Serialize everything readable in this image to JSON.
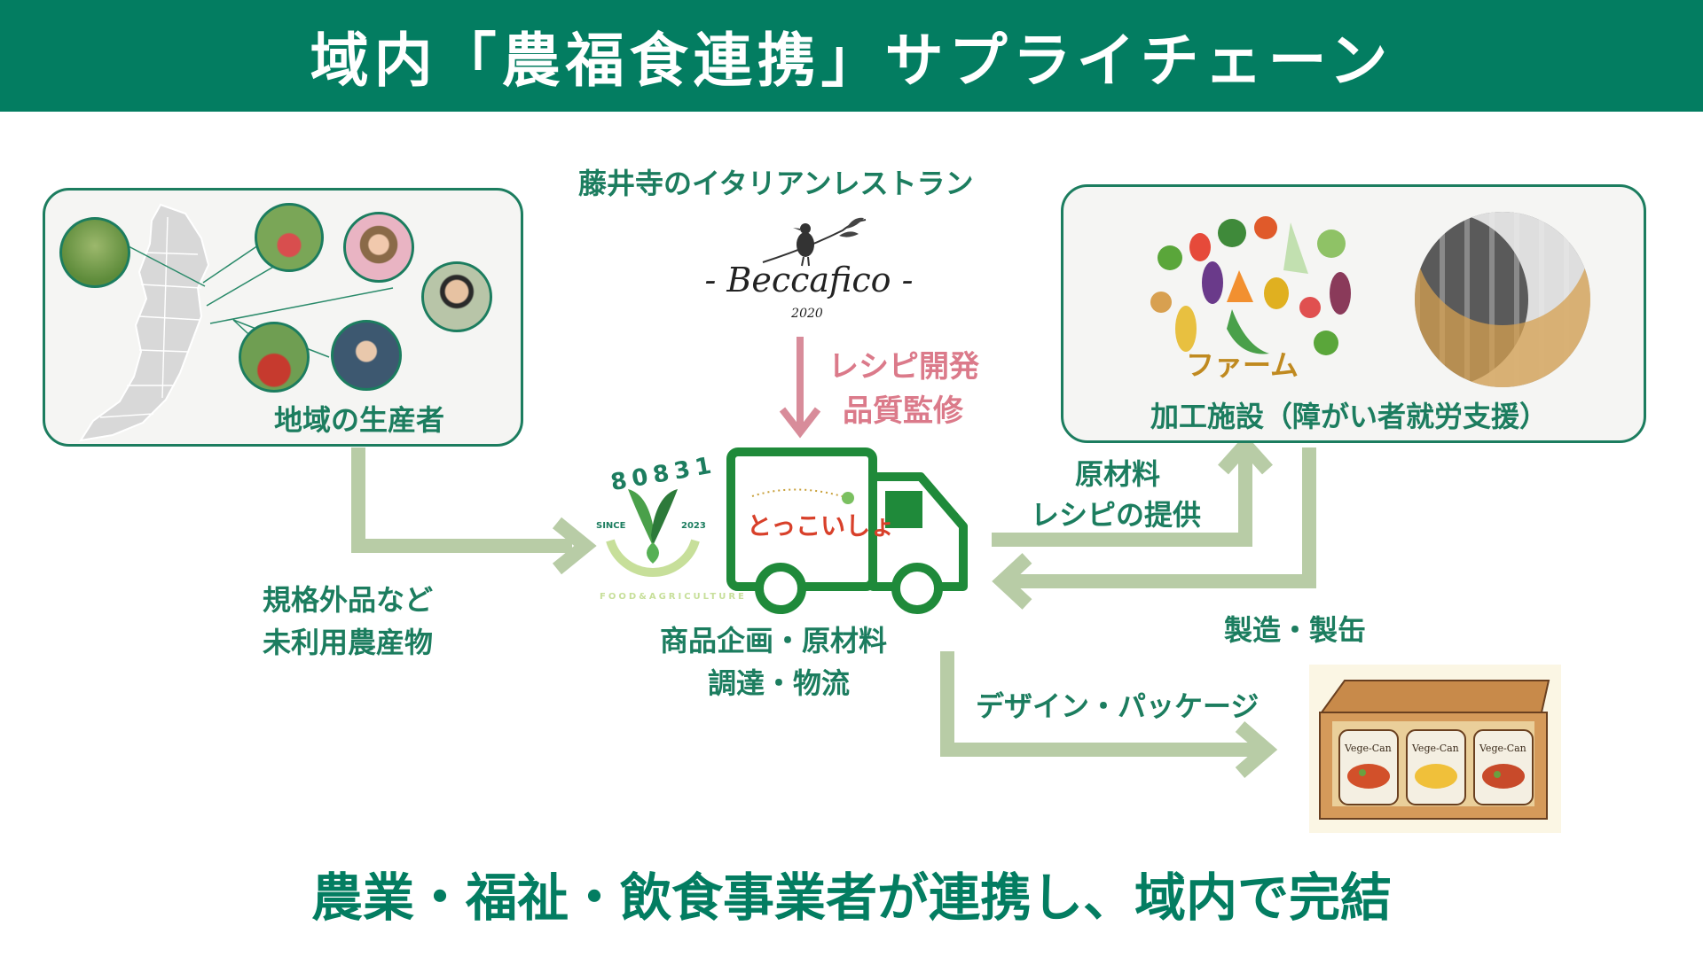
{
  "title": "域内「農福食連携」サプライチェーン",
  "producers": {
    "label": "地域の生産者"
  },
  "restaurant": {
    "label": "藤井寺のイタリアンレストラン",
    "logo_name": "- Beccafico -",
    "logo_year": "2020"
  },
  "recipe": {
    "line1": "レシピ開発",
    "line2": "品質監修"
  },
  "facility": {
    "label": "加工施設（障がい者就労支援）",
    "farm_logo": "ファーム"
  },
  "substandard": {
    "line1": "規格外品など",
    "line2": "未利用農産物"
  },
  "materials": {
    "line1": "原材料",
    "line2": "レシピの提供"
  },
  "manufacturing": {
    "label": "製造・製缶"
  },
  "hub": {
    "line1": "商品企画・原材料",
    "line2": "調達・物流"
  },
  "brand_logo": {
    "number": "80831",
    "since": "SINCE",
    "year": "2023",
    "ring_text": "FOOD&AGRICULTURE"
  },
  "truck_logo": {
    "text": "とっこいしょ"
  },
  "design": {
    "label": "デザイン・パッケージ"
  },
  "product": {
    "can_label": "Vege-Can"
  },
  "footer": {
    "text": "農業・福祉・飲食事業者が連携し、域内で完結"
  },
  "colors": {
    "header": "#037d61",
    "text": "#1c7d5f",
    "recipe": "#db7a8a",
    "arrow_green": "#b8cca6",
    "arrow_pink": "#d88c9a"
  }
}
